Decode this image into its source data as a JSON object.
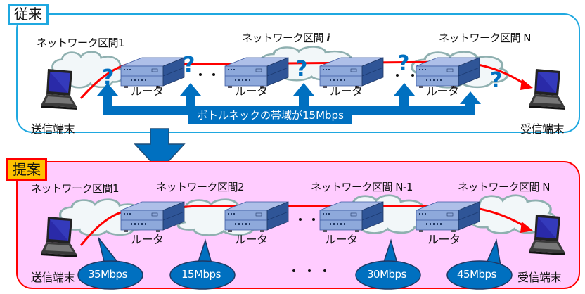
{
  "colors": {
    "conventional_border": "#1fa8e0",
    "proposed_border": "#ff0000",
    "proposed_fill": "#ffccff",
    "proposed_tag_fill": "#ffc000",
    "arrow_blue": "#0070c0",
    "path_red": "#ff0000",
    "router_blue": "#8ea9db"
  },
  "conventional": {
    "tag": "従来",
    "segment_labels": [
      "ネットワーク区間1",
      "ネットワーク区間",
      "ネットワーク区間 N"
    ],
    "segment_i_suffix": "i",
    "router_label": "ルータ",
    "unknown_mark": "?",
    "sender_label": "送信端末",
    "receiver_label": "受信端末",
    "banner": "ボトルネックの帯域が15Mbps",
    "ellipsis": "・・"
  },
  "proposed": {
    "tag": "提案",
    "segment_labels": [
      "ネットワーク区間1",
      "ネットワーク区間2",
      "ネットワーク区間 N-1",
      "ネットワーク区間 N"
    ],
    "router_label": "ルータ",
    "sender_label": "送信端末",
    "receiver_label": "受信端末",
    "bandwidths": [
      "35Mbps",
      "15Mbps",
      "30Mbps",
      "45Mbps"
    ],
    "ellipsis": "・・・"
  }
}
